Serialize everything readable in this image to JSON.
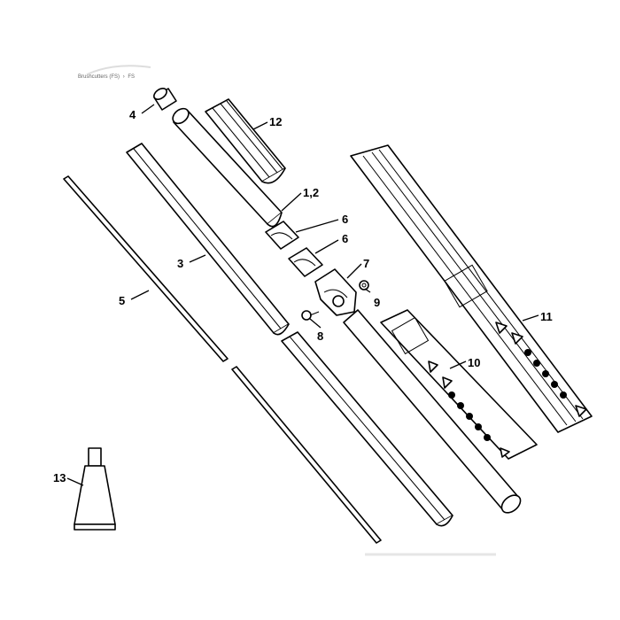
{
  "breadcrumb": {
    "items": [
      "Brushcutters (FS)",
      "FS"
    ],
    "separator": "›"
  },
  "diagram": {
    "callouts": [
      {
        "id": "c4",
        "label": "4"
      },
      {
        "id": "c12",
        "label": "12"
      },
      {
        "id": "c12b",
        "label": "1,2"
      },
      {
        "id": "c6a",
        "label": "6"
      },
      {
        "id": "c6b",
        "label": "6"
      },
      {
        "id": "c7",
        "label": "7"
      },
      {
        "id": "c9",
        "label": "9"
      },
      {
        "id": "c8",
        "label": "8"
      },
      {
        "id": "c3",
        "label": "3"
      },
      {
        "id": "c5",
        "label": "5"
      },
      {
        "id": "c11",
        "label": "11"
      },
      {
        "id": "c10",
        "label": "10"
      },
      {
        "id": "c13",
        "label": "13"
      }
    ]
  }
}
